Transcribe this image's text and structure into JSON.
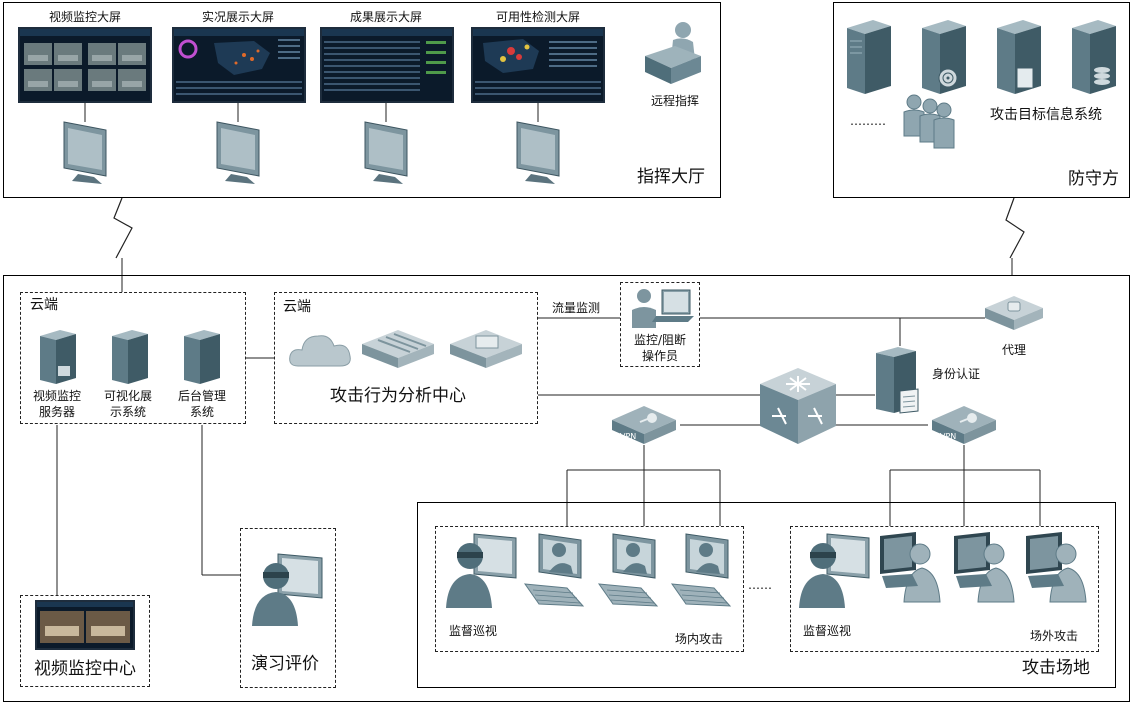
{
  "command_hall": {
    "title": "指挥大厅",
    "screens": [
      "视频监控大屏",
      "实况展示大屏",
      "成果展示大屏",
      "可用性检测大屏"
    ],
    "remote": "远程指挥"
  },
  "defender": {
    "title": "防守方",
    "ellipsis": "………",
    "target_system": "攻击目标信息系统"
  },
  "cloud_left": {
    "title": "云端",
    "items": [
      "视频监控\n服务器",
      "可视化展\n示系统",
      "后台管理\n系统"
    ]
  },
  "cloud_center": {
    "title": "云端",
    "label": "攻击行为分析中心"
  },
  "traffic": "流量监测",
  "operator": "监控/阻断\n操作员",
  "proxy": "代理",
  "auth": "身份认证",
  "video_center": "视频监控中心",
  "evaluation": "演习评价",
  "attack_site": {
    "title": "攻击场地",
    "inner_supervise": "监督巡视",
    "inner_attack": "场内攻击",
    "outer_supervise": "监督巡视",
    "outer_attack": "场外攻击",
    "dots": "……"
  },
  "vpn": "VPN",
  "colors": {
    "device": "#4a6a78",
    "device_light": "#9fb4bd",
    "screen_bg": "#0b1a2a"
  }
}
